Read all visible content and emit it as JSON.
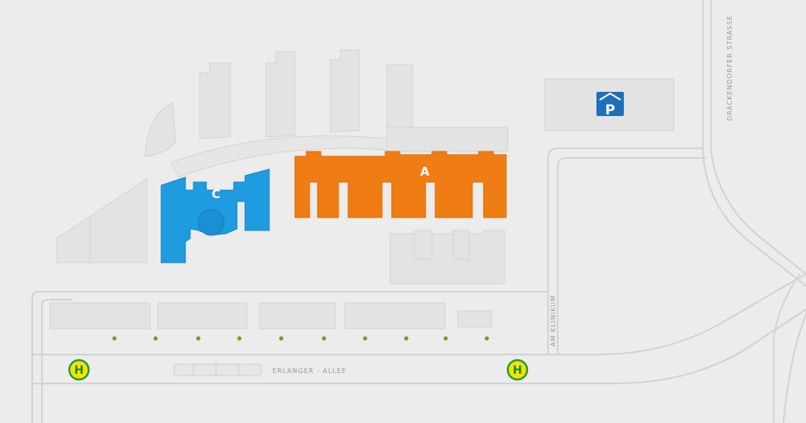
{
  "colors": {
    "background": "#ececec",
    "road_line": "#d3d3d3",
    "building": "#e3e3e3",
    "building_edge": "#d4d4d4",
    "building_a": "#f07d13",
    "building_c": "#1f9be0",
    "parking": "#1f6fb8",
    "tree": "#6f9f2a",
    "bus_stop_fill": "#f2e600",
    "bus_stop_ring": "#2b9a3a"
  },
  "buildings": {
    "a": {
      "label": "A"
    },
    "c": {
      "label": "C"
    }
  },
  "parking": {
    "symbol": "P",
    "icon": "parking-garage-icon"
  },
  "streets": {
    "drackendorfer": "DRACKENDORFER STRASSE",
    "am_klinikum": "AM KLINIKUM",
    "erlanger_allee": "ERLANGER - ALLEE"
  },
  "bus_stops": [
    {
      "symbol": "H",
      "icon": "bus-stop-icon"
    },
    {
      "symbol": "H",
      "icon": "bus-stop-icon"
    }
  ],
  "trees": {
    "count": 10,
    "icon": "tree-icon"
  }
}
